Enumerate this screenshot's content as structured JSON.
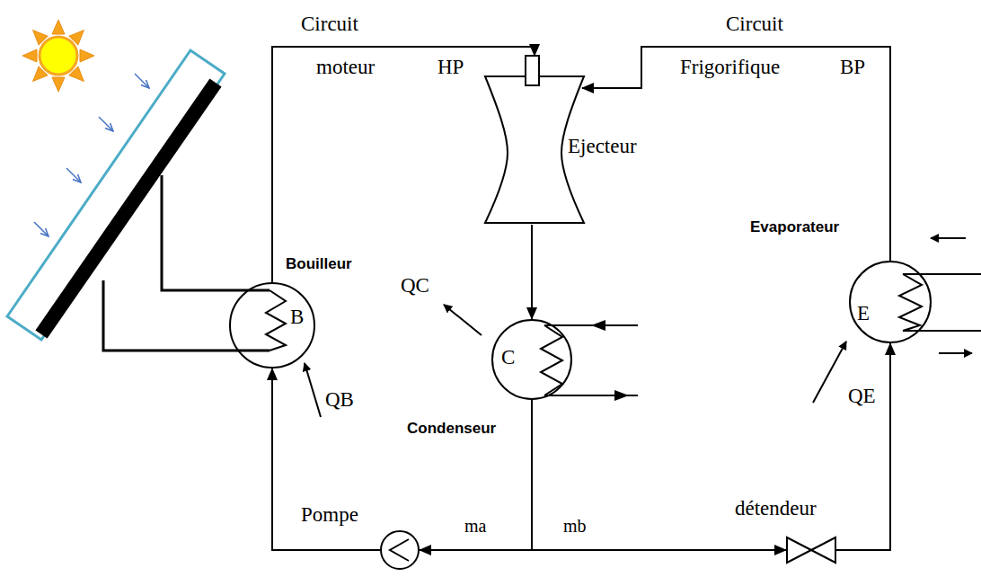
{
  "diagram": {
    "nodes": [
      {
        "text": [
          "Bouilleur",
          "B"
        ]
      },
      {
        "text": [
          "Ejecteur"
        ]
      },
      {
        "text": [
          "C",
          "Condenseur"
        ]
      },
      {
        "text": [
          "Evaporateur",
          "E"
        ]
      },
      {
        "text": [
          "Pompe"
        ]
      },
      {
        "text": [
          "détendeur"
        ]
      }
    ],
    "edges": [
      {
        "from": 0,
        "to": 1,
        "arrow": "to"
      },
      {
        "from": 3,
        "to": 1,
        "arrow": "to"
      },
      {
        "from": 1,
        "to": 2,
        "arrow": "to"
      },
      {
        "from": 2,
        "to": 4,
        "label": "ma",
        "arrow": "to"
      },
      {
        "from": 2,
        "to": 5,
        "label": "mb",
        "arrow": "to"
      },
      {
        "from": 4,
        "to": 0,
        "arrow": "to"
      },
      {
        "from": 5,
        "to": 3,
        "arrow": "to"
      }
    ],
    "labels": [
      "Circuit",
      "moteur",
      "HP",
      "Circuit",
      "Frigorifique",
      "BP",
      "QC",
      "QB",
      "QE"
    ]
  }
}
